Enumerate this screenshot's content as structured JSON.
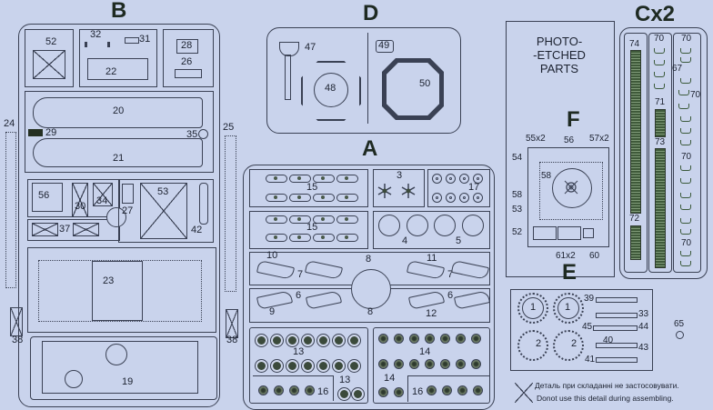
{
  "sprues": {
    "B": {
      "letter": "B",
      "parts": [
        "52",
        "32",
        "31",
        "28",
        "22",
        "26",
        "20",
        "29",
        "35",
        "21",
        "56",
        "30",
        "34",
        "27",
        "53",
        "42",
        "37",
        "23",
        "19"
      ],
      "side_left": [
        "24",
        "38"
      ],
      "side_right": [
        "25",
        "38"
      ]
    },
    "D": {
      "letter": "D",
      "parts": [
        "47",
        "48",
        "49",
        "50"
      ]
    },
    "A": {
      "letter": "A",
      "parts": [
        "15",
        "15",
        "3",
        "17",
        "4",
        "5",
        "10",
        "8",
        "11",
        "7",
        "7",
        "6",
        "6",
        "9",
        "8",
        "12",
        "13",
        "13",
        "16",
        "14",
        "14",
        "16"
      ]
    },
    "F": {
      "title_lines": [
        "PHOTO-",
        "-ETCHED",
        "PARTS"
      ],
      "letter": "F",
      "parts": [
        "55x2",
        "56",
        "57x2",
        "54",
        "58",
        "58",
        "53",
        "52",
        "61x2",
        "60"
      ]
    },
    "C": {
      "letter": "Cx2",
      "parts": [
        "74",
        "70",
        "70",
        "67",
        "71",
        "70",
        "73",
        "70",
        "72",
        "70"
      ]
    },
    "E": {
      "letter": "E",
      "parts": [
        "1",
        "1",
        "2",
        "2",
        "39",
        "33",
        "45",
        "44",
        "40",
        "43",
        "41"
      ]
    },
    "loose": [
      "65"
    ]
  },
  "legend": {
    "line_uk": "Деталь при складанні не застосовувати.",
    "line_en": "Donot use this detail during assembling."
  },
  "colors": {
    "background": "#c9d3ec",
    "line": "#3a4154",
    "track_green": "#3f5a3a"
  }
}
